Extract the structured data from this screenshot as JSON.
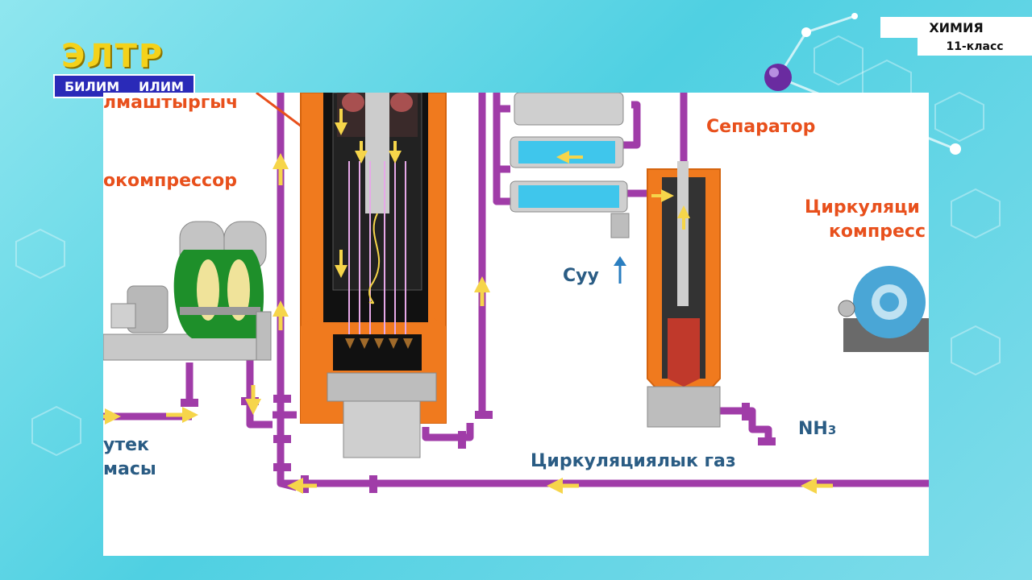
{
  "logo": {
    "name": "ЭЛТР",
    "left_word": "БИЛИМ",
    "right_word": "ИЛИМ"
  },
  "subject": {
    "title": "ХИМИЯ",
    "grade": "11-класс"
  },
  "diagram": {
    "labels": {
      "catalyst_partial": "лмаштыргыч",
      "compressor_partial": "окомпрессор",
      "separator": "Сепаратор",
      "circulation_compressor_line1": "Циркуляци",
      "circulation_compressor_line2": "компресс",
      "water": "Суу",
      "ammonia": "NH",
      "ammonia_sub": "3",
      "circulation_gas": "Циркуляциялык газ",
      "feed_line1": "утек",
      "feed_line2": "масы"
    },
    "colors": {
      "pipe": "#a03ca8",
      "reactor_shell": "#f07a1e",
      "arrow": "#f6d54a",
      "label_red": "#e8501c",
      "label_blue": "#2a5c84",
      "cooler_blue": "#3fc6ec"
    }
  }
}
